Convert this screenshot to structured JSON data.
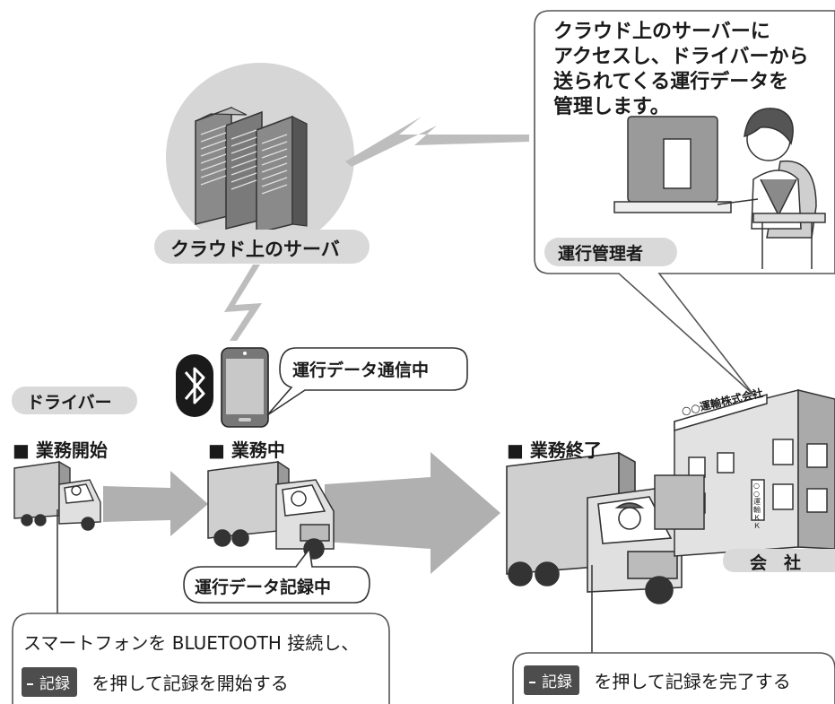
{
  "cloud": {
    "label": "クラウド上のサーバ"
  },
  "admin": {
    "bubble_lines": [
      "クラウド上のサーバーに",
      "アクセスし、ドライバーから",
      "送られてくる運行データを",
      "管理します。"
    ],
    "label": "運行管理者"
  },
  "phone": {
    "bubble": "運行データ通信中"
  },
  "driver": {
    "label": "ドライバー"
  },
  "stages": {
    "start": "■ 業務開始",
    "middle": "■ 業務中",
    "end": "■ 業務終了"
  },
  "recording_bubble": "運行データ記録中",
  "building": {
    "sign": "○○運輸株式会社",
    "plate": "○○運輸ＫＫ"
  },
  "company": {
    "label": "会　社"
  },
  "notes": {
    "start_line1": "スマートフォンを BLUETOOTH 接続し、",
    "record_button": "記録",
    "start_line2": "を押して記録を開始する",
    "end_line": "を押して記録を完了する"
  },
  "colors": {
    "pill": "#d9d9d9",
    "arrow": "#b0b0b0",
    "button": "#4d4d4d",
    "dark": "#1a1a1a"
  },
  "icons": [
    "bluetooth-icon",
    "smartphone-icon",
    "server-rack-icon",
    "truck-icon",
    "office-building-icon",
    "wireless-signal-icon",
    "admin-person-icon"
  ]
}
